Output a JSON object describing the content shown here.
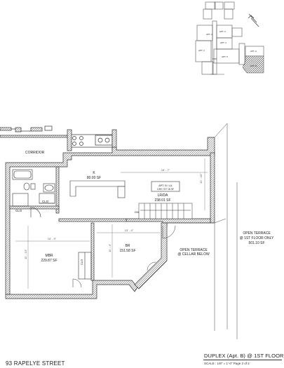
{
  "key_plan": {
    "labels": [
      "APT. 1",
      "APT. 3",
      "APT. 2",
      "APT. 4",
      "APT. 5",
      "APT. A",
      "APT. B"
    ]
  },
  "rooms": {
    "corridor": "CORRIDOR",
    "kitchen_name": "K",
    "kitchen_area": "80.00 SF",
    "lr_name": "LR/DA",
    "lr_area": "238.01 SF",
    "mbr_name": "MBR",
    "mbr_area": "229.87 SF",
    "br_name": "BR",
    "br_area": "151.58 SF",
    "clo1": "CLO",
    "clo2": "CLO",
    "clo3": "CLO"
  },
  "tag": {
    "line1": "APT. B / UL",
    "line2": "1 BR / 577.00 SF"
  },
  "stair_note": "DN",
  "terrace_cellar": [
    "OPEN TERRACE",
    "@ CELLAR BELOW"
  ],
  "terrace_first": [
    "OPEN TERRACE",
    "@ 1ST FLOOR ONLY",
    "501.10 SF"
  ],
  "dims": {
    "lr_width": "16' - 7\"",
    "lr_depth": "12' - 10\"",
    "mbr_width": "15' - 9\"",
    "mbr_depth": "11' - 10\"",
    "br_width": "13' - 4\"",
    "br_depth": "11' - 4\""
  },
  "footer": {
    "street": "93 RAPELYE STREET",
    "title": "DUPLEX (Apt. B) @ 1ST FLOOR",
    "scale": "SCALE : 1/8\" = 1'-0\"   Page 2 of 2"
  }
}
